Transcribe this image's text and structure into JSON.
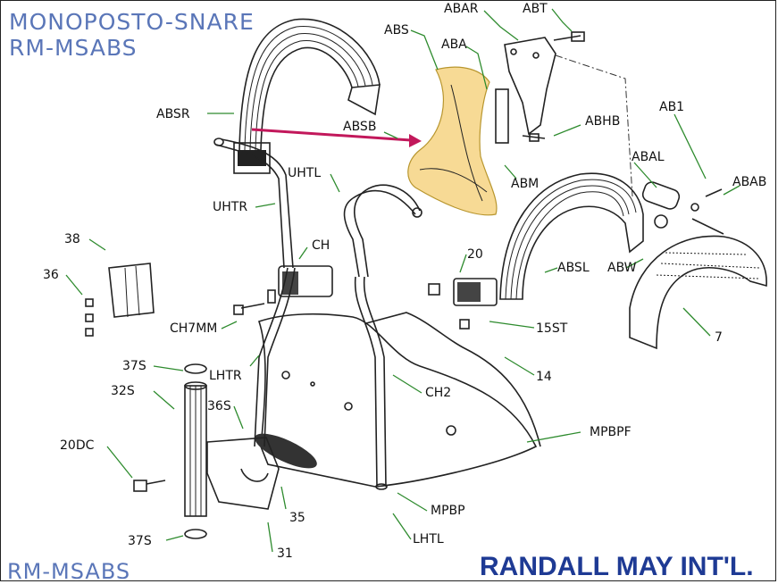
{
  "header": {
    "title_line1": "MONOPOSTO-SNARE",
    "title_line2": "RM-MSABS"
  },
  "footer": {
    "code": "RM-MSABS",
    "brand": "RANDALL MAY INT'L."
  },
  "colors": {
    "title_blue": "#5a76b8",
    "brand_blue": "#1e3a94",
    "leader_green": "#2e8b2e",
    "highlight_yellow": "#f2c65c",
    "arrow_red": "#c2185b"
  },
  "labels": {
    "abar": "ABAR",
    "abt": "ABT",
    "abs": "ABS",
    "aba": "ABA",
    "absr": "ABSR",
    "absb": "ABSB",
    "abhb": "ABHB",
    "ab1": "AB1",
    "abal": "ABAL",
    "abab": "ABAB",
    "abm": "ABM",
    "uhtl": "UHTL",
    "uhtr": "UHTR",
    "ch": "CH",
    "n38": "38",
    "n36": "36",
    "n20": "20",
    "absl": "ABSL",
    "abw": "ABW",
    "ch7mm": "CH7MM",
    "st15": "15ST",
    "n7": "7",
    "n37s_top": "37S",
    "lhtr": "LHTR",
    "n32s": "32S",
    "n36s": "36S",
    "n14": "14",
    "ch2": "CH2",
    "mpbpf": "MPBPF",
    "n20dc": "20DC",
    "n35": "35",
    "mpbp": "MPBP",
    "lhtl": "LHTL",
    "n37s_bot": "37S",
    "n31": "31"
  }
}
